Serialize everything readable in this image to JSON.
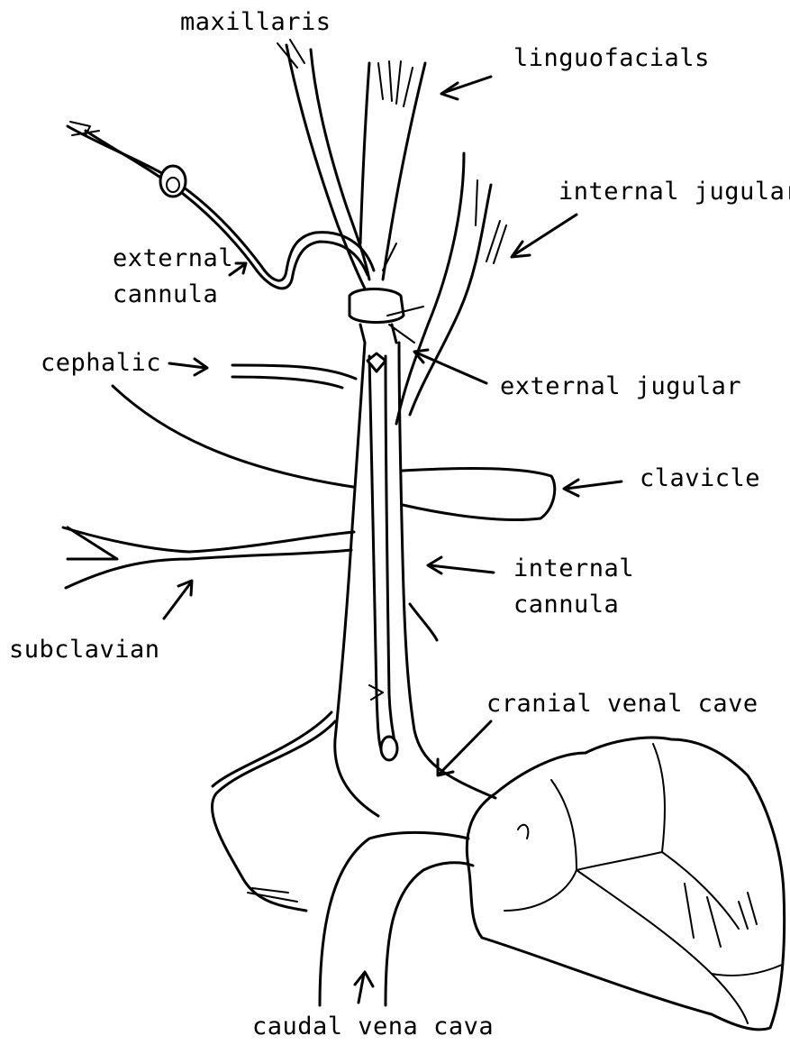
{
  "labels": {
    "maxillaris": "maxillaris",
    "linguofacials": "linguofacials",
    "internal_jugular": "internal jugular",
    "external_cannula_line1": "external",
    "external_cannula_line2": "cannula",
    "cephalic": "cephalic",
    "external_jugular": "external jugular",
    "clavicle": "clavicle",
    "internal_cannula_line1": "internal",
    "internal_cannula_line2": "cannula",
    "subclavian": "subclavian",
    "cranial_vena_cava": "cranial venal cave",
    "caudal_vena_cava": "caudal vena cava"
  },
  "colors": {
    "ink": "#000000",
    "background": "#ffffff"
  }
}
